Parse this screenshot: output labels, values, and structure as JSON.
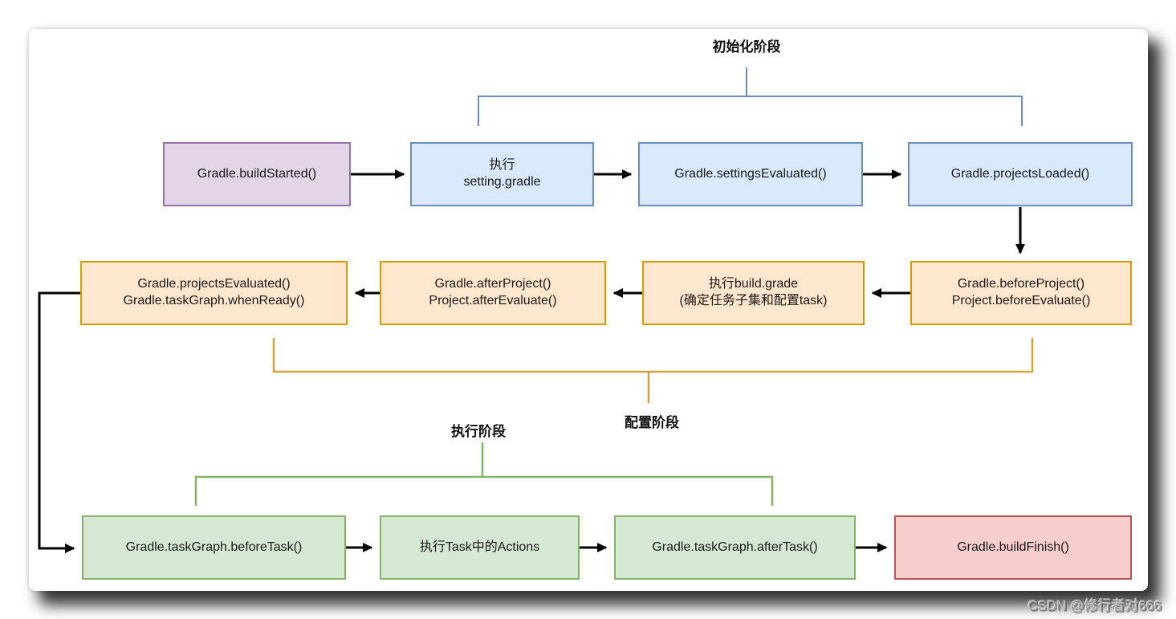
{
  "diagram": {
    "phase_labels": {
      "initialization": "初始化阶段",
      "configuration": "配置阶段",
      "execution": "执行阶段"
    },
    "nodes": {
      "build_started": {
        "line1": "Gradle.buildStarted()"
      },
      "exec_settings": {
        "line1": "执行",
        "line2": "setting.gradle"
      },
      "settings_evaluated": {
        "line1": "Gradle.settingsEvaluated()"
      },
      "projects_loaded": {
        "line1": "Gradle.projectsLoaded()"
      },
      "projects_evaluated": {
        "line1": "Gradle.projectsEvaluated()",
        "line2": "Gradle.taskGraph.whenReady()"
      },
      "after_project": {
        "line1": "Gradle.afterProject()",
        "line2": "Project.afterEvaluate()"
      },
      "exec_build": {
        "line1": "执行build.grade",
        "line2": "(确定任务子集和配置task)"
      },
      "before_project": {
        "line1": "Gradle.beforeProject()",
        "line2": "Project.beforeEvaluate()"
      },
      "before_task": {
        "line1": "Gradle.taskGraph.beforeTask()"
      },
      "exec_actions": {
        "line1": "执行Task中的Actions"
      },
      "after_task": {
        "line1": "Gradle.taskGraph.afterTask()"
      },
      "build_finish": {
        "line1": "Gradle.buildFinish()"
      }
    },
    "colors": {
      "purple_fill": "#e1d5e7",
      "purple_stroke": "#9673a6",
      "blue_fill": "#dae8fc",
      "blue_stroke": "#6c8ebf",
      "orange_fill": "#ffe6cc",
      "orange_stroke": "#d79b00",
      "green_fill": "#d5e8d4",
      "green_stroke": "#82b366",
      "red_fill": "#f8cecc",
      "red_stroke": "#b85450",
      "arrow": "#000000",
      "bracket_initialization": "#6c8ebf",
      "bracket_configuration": "#cfa43e",
      "bracket_execution": "#82b366"
    }
  },
  "watermark": {
    "text": "CSDN @修行者对666"
  }
}
